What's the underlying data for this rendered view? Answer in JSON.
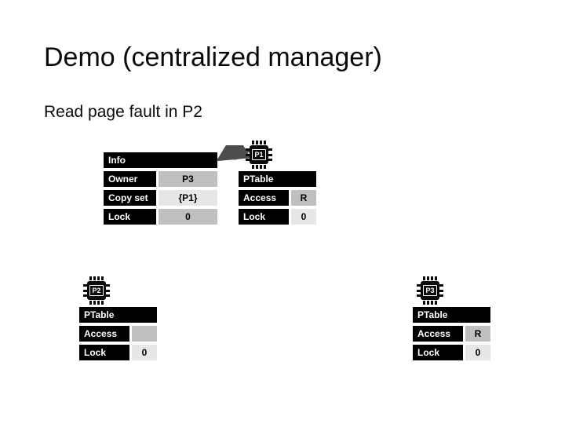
{
  "slide": {
    "title": "Demo (centralized manager)",
    "subtitle": "Read page fault in P2"
  },
  "colors": {
    "cell_header_bg": "#000000",
    "cell_header_text": "#ffffff",
    "row_shade_dark": "#bfbfbf",
    "row_shade_light": "#e7e7e7",
    "arrow": "#4d4d4d",
    "title_text": "#0a0a0a"
  },
  "info_table": {
    "header": "Info",
    "rows": [
      {
        "label": "Owner",
        "value": "P3"
      },
      {
        "label": "Copy set",
        "value": "{P1}"
      },
      {
        "label": "Lock",
        "value": "0"
      }
    ]
  },
  "p1": {
    "chip_label": "P1",
    "table": {
      "header": "PTable",
      "rows": [
        {
          "label": "Access",
          "value": "R"
        },
        {
          "label": "Lock",
          "value": "0"
        }
      ]
    }
  },
  "p2": {
    "chip_label": "P2",
    "table": {
      "header": "PTable",
      "rows": [
        {
          "label": "Access",
          "value": ""
        },
        {
          "label": "Lock",
          "value": "0"
        }
      ]
    }
  },
  "p3": {
    "chip_label": "P3",
    "table": {
      "header": "PTable",
      "rows": [
        {
          "label": "Access",
          "value": "R"
        },
        {
          "label": "Lock",
          "value": "0"
        }
      ]
    }
  }
}
